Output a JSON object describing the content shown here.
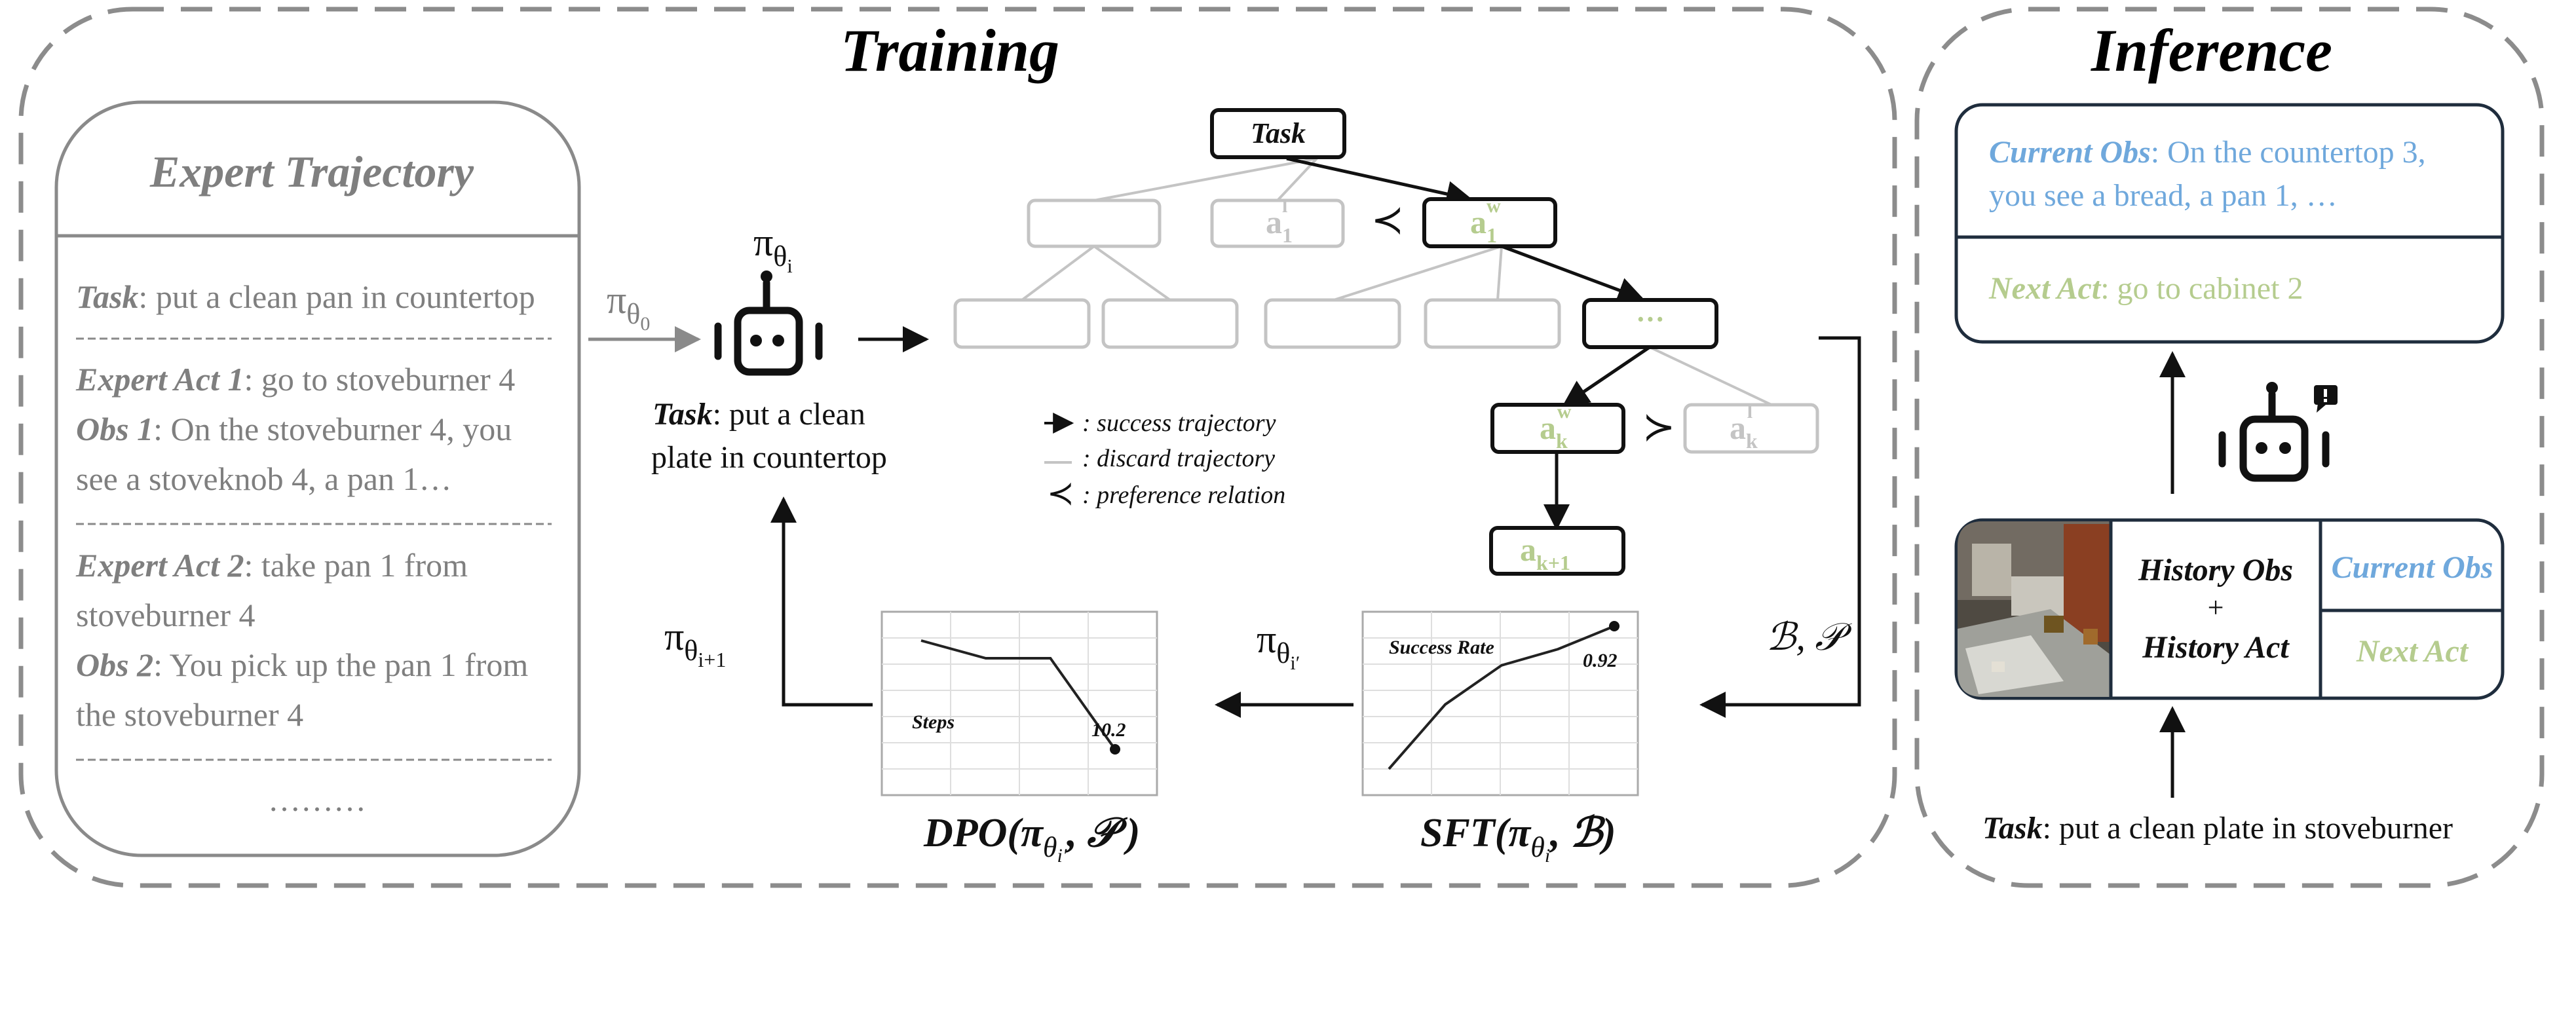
{
  "training": {
    "title": "Training",
    "expert": {
      "title": "Expert Trajectory",
      "task_label": "Task",
      "task_text": ": put a clean pan in countertop",
      "act1_label": "Expert Act 1",
      "act1_text": ": go to stoveburner 4",
      "obs1_label": "Obs 1",
      "obs1_text_l1": ":  On the stoveburner 4, you",
      "obs1_text_l2": "see a stoveknob 4, a pan 1…",
      "act2_label": "Expert Act 2",
      "act2_text_l1": ": take pan 1 from",
      "act2_text_l2": "stoveburner 4",
      "obs2_label": "Obs 2",
      "obs2_text_l1": ": You pick up the pan 1 from",
      "obs2_text_l2": "the stoveburner 4",
      "ellipsis": "………"
    },
    "pi_theta0": "π",
    "pi_theta0_sub": "θ",
    "pi_theta0_subsub": "0",
    "pi_theta_i": "π",
    "pi_theta_i_sub": "θ",
    "pi_theta_i_subsub": "i",
    "agent_task_label": "Task",
    "agent_task_l1": ": put a clean",
    "agent_task_l2": "plate in countertop",
    "tree": {
      "root": "Task",
      "a1l": "a",
      "a1l_sub": "1",
      "a1l_sup": "l",
      "a1w": "a",
      "a1w_sub": "1",
      "a1w_sup": "w",
      "prec1": "≺",
      "dots": "···",
      "akw": "a",
      "akw_sub": "k",
      "akw_sup": "w",
      "succ": "≻",
      "akl": "a",
      "akl_sub": "k",
      "akl_sup": "l",
      "ak1": "a",
      "ak1_sub": "k+1"
    },
    "legend": {
      "success": ": success trajectory",
      "discard": ": discard trajectory",
      "preference": ": preference relation",
      "prec_symbol": "≺"
    },
    "b_p_label": "ℬ, 𝒫",
    "pi_theta_iprime": "π",
    "pi_theta_iprime_sub": "θ",
    "pi_theta_iprime_subsub": "i′",
    "pi_theta_i1": "π",
    "pi_theta_i1_sub": "θ",
    "pi_theta_i1_subsub": "i+1",
    "sft_label_pre": "SFT(π",
    "sft_label_sub": "θ",
    "sft_label_subsub": "i",
    "sft_label_post": ", ℬ)",
    "dpo_label_pre": "DPO(π",
    "dpo_label_sub": "θ",
    "dpo_label_subsub": "i′",
    "dpo_label_post": ", 𝒫 )"
  },
  "inference": {
    "title": "Inference",
    "current_obs_label": "Current Obs",
    "current_obs_text_l1": ": On the countertop 3,",
    "current_obs_text_l2": "you see a bread, a pan 1, …",
    "next_act_label": "Next Act",
    "next_act_text": ": go to cabinet 2",
    "history_obs": "History Obs",
    "plus": "+",
    "history_act": "History Act",
    "current_obs_cell": "Current Obs",
    "next_act_cell": "Next Act",
    "task_label": "Task",
    "task_text": ": put a clean plate in stoveburner"
  },
  "colors": {
    "success_green": "#b5cc8e",
    "obs_blue": "#6fa8dc",
    "grey_text": "#7f7f7f",
    "dashed_border": "#8c8c8c",
    "dark_border": "#1f2d3d"
  },
  "chart_data": [
    {
      "type": "line",
      "label": "Success Rate",
      "x": [
        1,
        2,
        3,
        4,
        5
      ],
      "values": [
        0.3,
        0.58,
        0.75,
        0.82,
        0.92
      ],
      "annotation": "0.92"
    },
    {
      "type": "line",
      "label": "Steps",
      "x": [
        1,
        2,
        3,
        4
      ],
      "values": [
        14.5,
        13.8,
        13.8,
        10.2
      ],
      "annotation": "10.2"
    }
  ]
}
